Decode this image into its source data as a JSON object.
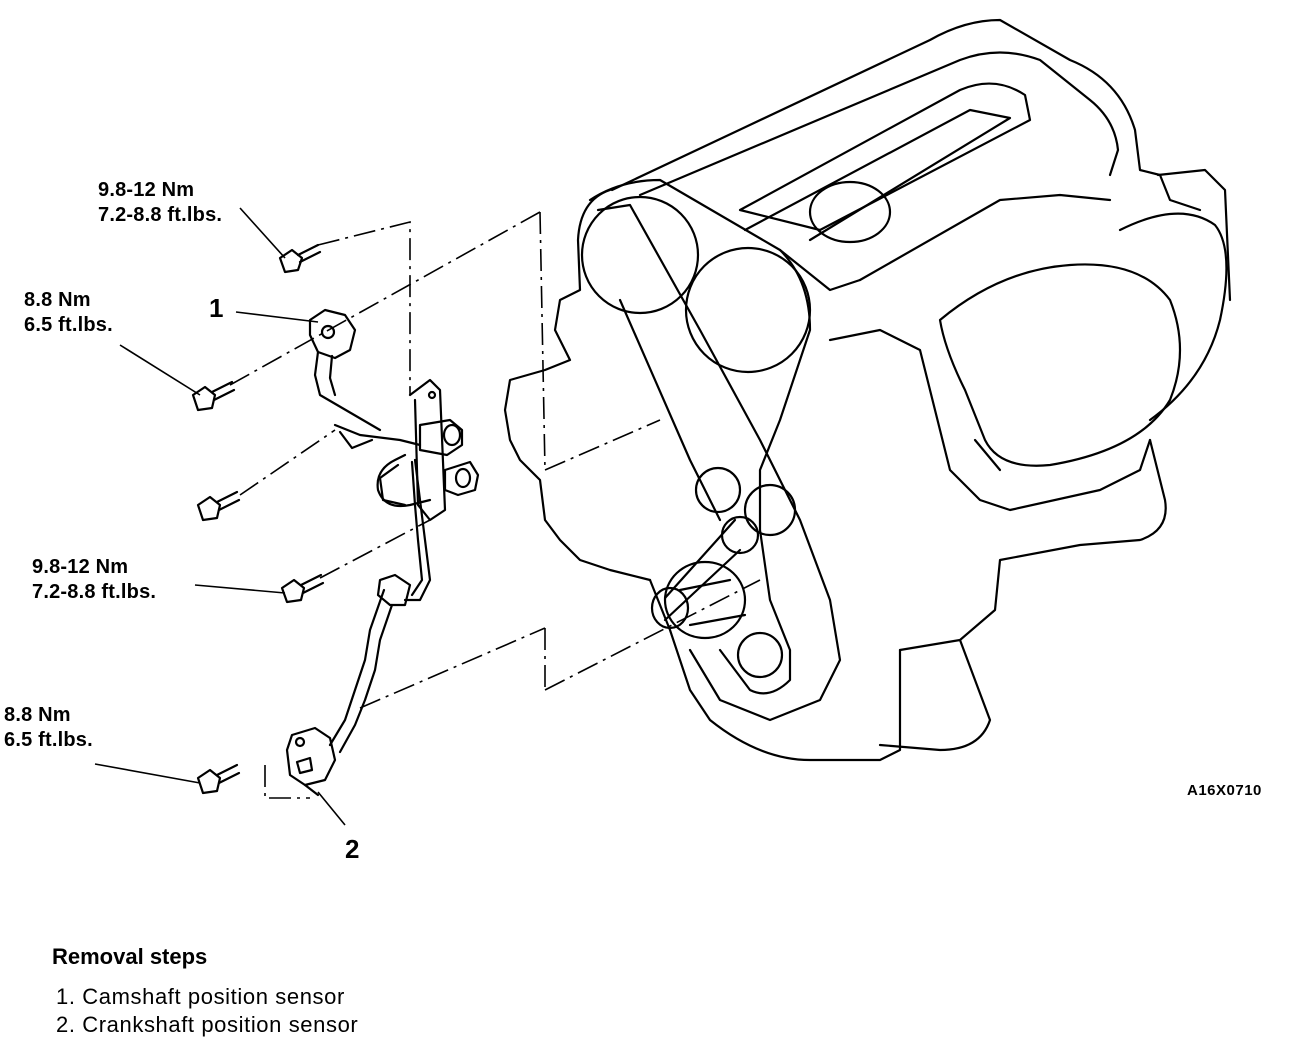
{
  "callouts": {
    "torque_top": [
      "9.8-12 Nm",
      "7.2-8.8 ft.lbs."
    ],
    "torque_upper_left": [
      "8.8 Nm",
      "6.5 ft.lbs."
    ],
    "torque_middle": [
      "9.8-12 Nm",
      "7.2-8.8 ft.lbs."
    ],
    "torque_lower_left": [
      "8.8 Nm",
      "6.5 ft.lbs."
    ],
    "part_1": "1",
    "part_2": "2"
  },
  "figure_code": "A16X0710",
  "removal": {
    "title": "Removal steps",
    "steps": [
      "1. Camshaft position sensor",
      "2. Crankshaft position sensor"
    ]
  }
}
